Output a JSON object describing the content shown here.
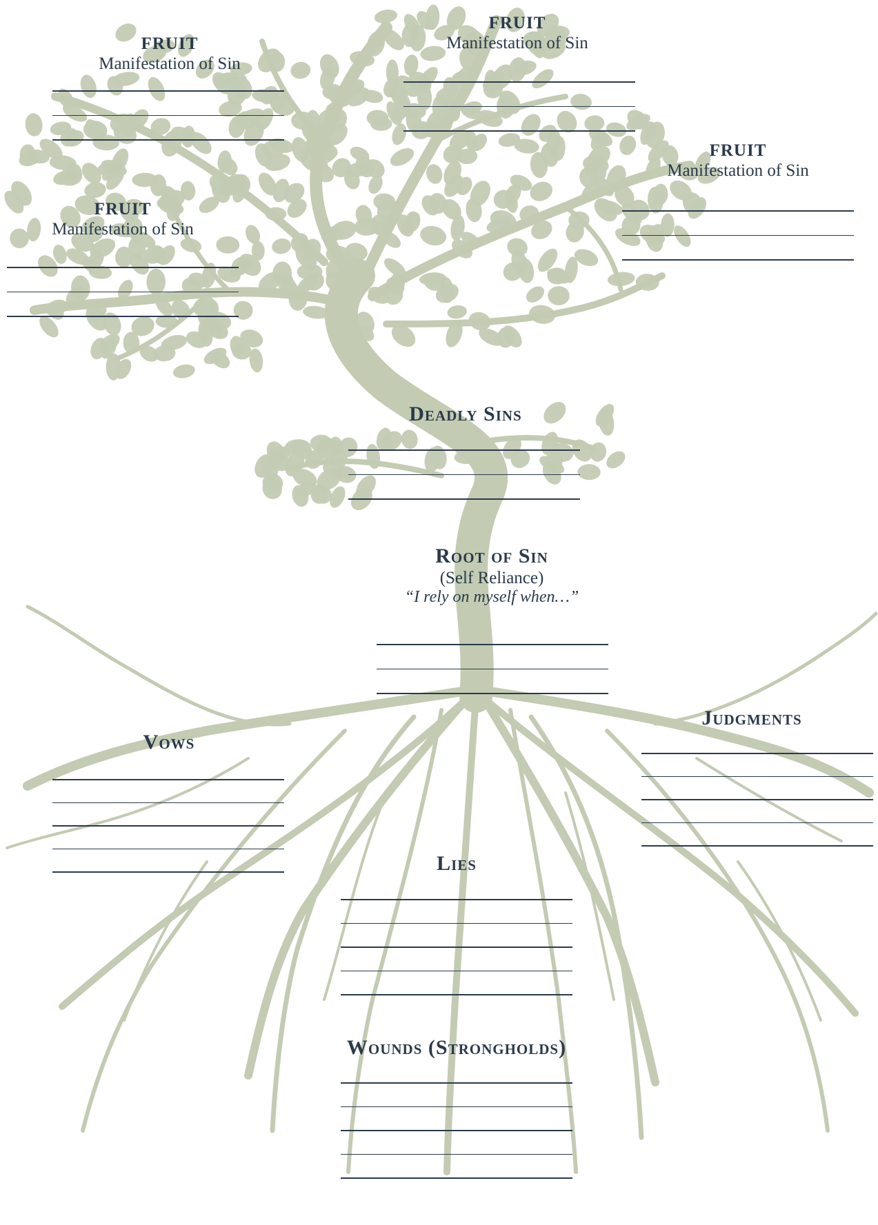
{
  "colors": {
    "tree": "#c3cbb3",
    "text": "#2a3a4a",
    "line": "#2a3a4a",
    "background": "#ffffff"
  },
  "fruit_label": "FRUIT",
  "fruit_sub": "Manifestation of Sin",
  "fruits": [
    {
      "heading": "FRUIT",
      "sub": "Manifestation of Sin",
      "lines": 3
    },
    {
      "heading": "FRUIT",
      "sub": "Manifestation of Sin",
      "lines": 3
    },
    {
      "heading": "FRUIT",
      "sub": "Manifestation of Sin",
      "lines": 3
    },
    {
      "heading": "FRUIT",
      "sub": "Manifestation of Sin",
      "lines": 3
    }
  ],
  "deadly_sins": {
    "heading": "Deadly Sins",
    "lines": 3
  },
  "root_of_sin": {
    "heading": "Root of Sin",
    "sub": "(Self Reliance)",
    "quote": "“I rely on myself when…”",
    "lines": 3
  },
  "vows": {
    "heading": "Vows",
    "lines": 5
  },
  "judgments": {
    "heading": "Judgments",
    "lines": 5
  },
  "lies": {
    "heading": "Lies",
    "lines": 5
  },
  "wounds": {
    "heading": "Wounds (Strongholds)",
    "lines": 5
  }
}
